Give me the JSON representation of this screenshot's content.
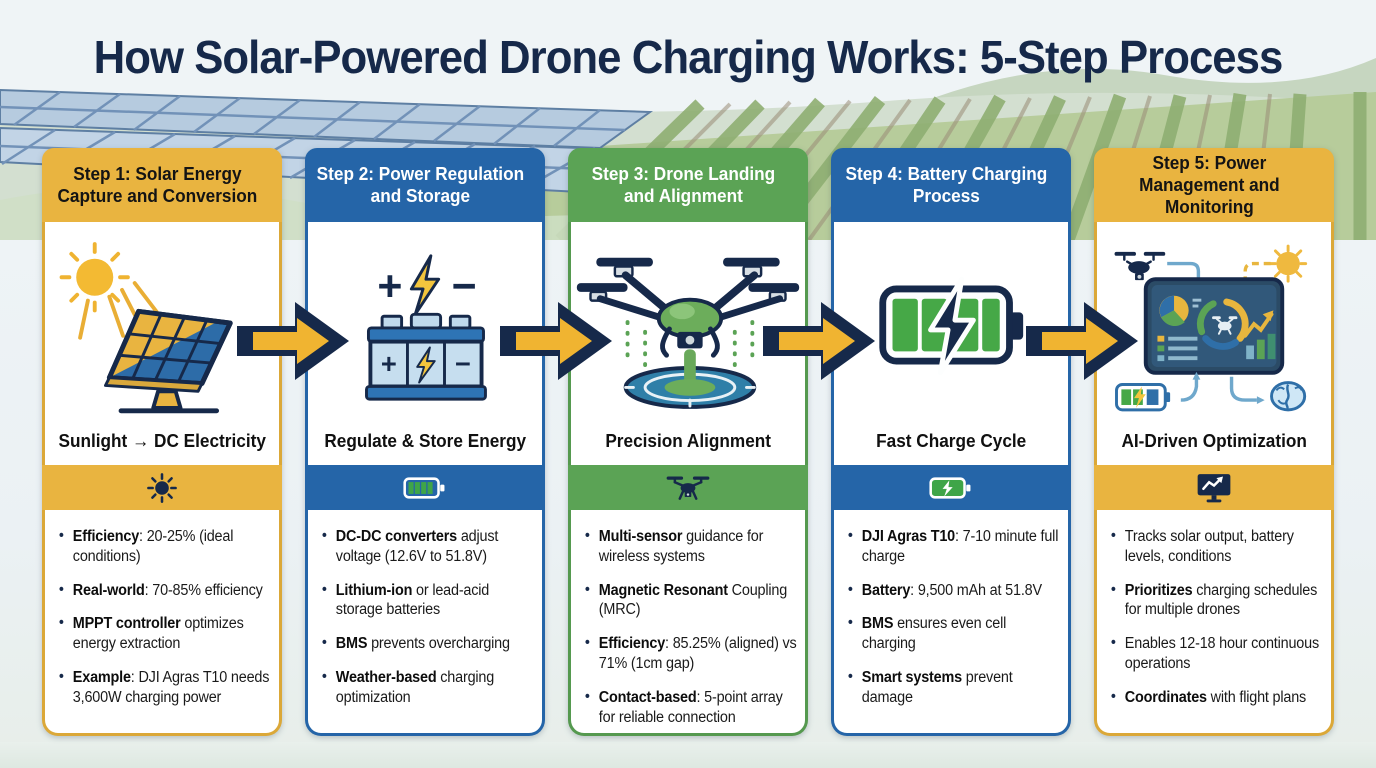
{
  "title": "How Solar-Powered Drone Charging Works: 5-Step Process",
  "colors": {
    "yellow_accent": "#E9B440",
    "blue_accent": "#2565A8",
    "green_accent": "#5BA355",
    "navy": "#16294A",
    "arrow_gold": "#F0B431",
    "battery_green": "#46A847",
    "background_sky": "#EFF4F6"
  },
  "steps": [
    {
      "header": "Step 1: Solar Energy Capture and Conversion",
      "caption": "Sunlight → DC Electricity",
      "theme": "yellow",
      "icon": "solar-panel-sun-icon",
      "divider_icon": "sun-icon",
      "bullets": [
        {
          "bold": "Efficiency",
          "rest": ": 20-25% (ideal conditions)"
        },
        {
          "bold": "Real-world",
          "rest": ": 70-85% efficiency"
        },
        {
          "bold": "MPPT controller",
          "rest": " optimizes energy extraction"
        },
        {
          "bold": "Example",
          "rest": ": DJI Agras T10 needs 3,600W charging power"
        }
      ]
    },
    {
      "header": "Step 2: Power Regulation and Storage",
      "caption": "Regulate & Store Energy",
      "theme": "blue",
      "icon": "storage-battery-icon",
      "divider_icon": "battery-level-icon",
      "bullets": [
        {
          "bold": "DC-DC converters",
          "rest": " adjust voltage (12.6V to 51.8V)"
        },
        {
          "bold": "Lithium-ion",
          "rest": " or lead-acid storage batteries"
        },
        {
          "bold": "BMS",
          "rest": " prevents overcharging"
        },
        {
          "bold": "Weather-based",
          "rest": " charging optimization"
        }
      ]
    },
    {
      "header": "Step 3: Drone Landing and Alignment",
      "caption": "Precision Alignment",
      "theme": "green",
      "icon": "drone-landing-pad-icon",
      "divider_icon": "drone-icon",
      "bullets": [
        {
          "bold": "Multi-sensor",
          "rest": " guidance for wireless systems"
        },
        {
          "bold": "Magnetic Resonant",
          "rest": " Coupling (MRC)"
        },
        {
          "bold": "Efficiency",
          "rest": ": 85.25% (aligned) vs 71% (1cm gap)"
        },
        {
          "bold": "Contact-based",
          "rest": ": 5-point array for reliable connection"
        }
      ]
    },
    {
      "header": "Step 4: Battery Charging Process",
      "caption": "Fast Charge Cycle",
      "theme": "blue",
      "icon": "charging-battery-icon",
      "divider_icon": "battery-bolt-icon",
      "bullets": [
        {
          "bold": "DJI Agras T10",
          "rest": ": 7-10 minute full charge"
        },
        {
          "bold": "Battery",
          "rest": ": 9,500 mAh at 51.8V"
        },
        {
          "bold": "BMS",
          "rest": " ensures even cell charging"
        },
        {
          "bold": "Smart systems",
          "rest": " prevent damage"
        }
      ]
    },
    {
      "header": "Step 5: Power Management and Monitoring",
      "caption": "AI-Driven Optimization",
      "theme": "yellow",
      "icon": "ai-dashboard-icon",
      "divider_icon": "monitor-chart-icon",
      "bullets": [
        {
          "bold": "",
          "rest": "Tracks solar output, battery levels, conditions"
        },
        {
          "bold": "Prioritizes",
          "rest": " charging schedules for multiple drones"
        },
        {
          "bold": "",
          "rest": "Enables 12-18 hour continuous operations"
        },
        {
          "bold": "Coordinates",
          "rest": " with flight plans"
        }
      ]
    }
  ]
}
